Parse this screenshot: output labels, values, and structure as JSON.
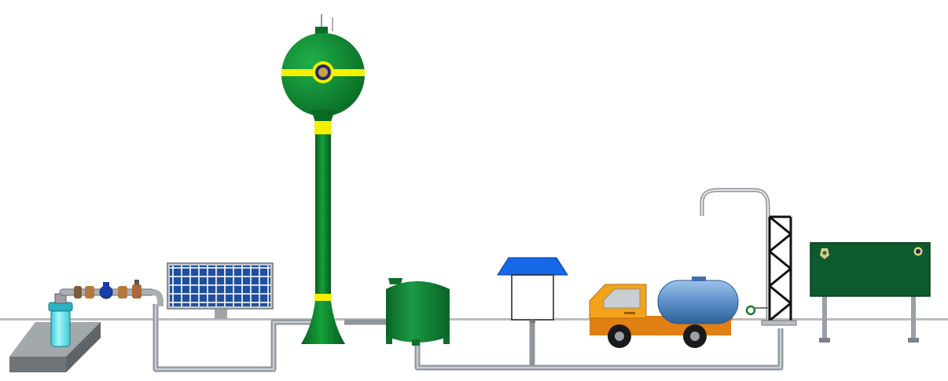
{
  "scene": {
    "components": [
      {
        "id": "groundwater-well",
        "icon": "well-casing-icon"
      },
      {
        "id": "well-pipe-assembly",
        "icon": "valve-meter-icon"
      },
      {
        "id": "solar-panel",
        "icon": "solar-panel-icon"
      },
      {
        "id": "elevated-water-tower",
        "icon": "water-tower-icon"
      },
      {
        "id": "water-storage-tank",
        "icon": "tank-icon"
      },
      {
        "id": "control-cabinet",
        "icon": "cabinet-icon"
      },
      {
        "id": "water-tanker-truck",
        "icon": "truck-icon"
      },
      {
        "id": "truck-filling-tower",
        "icon": "lattice-tower-icon"
      },
      {
        "id": "project-signboard",
        "icon": "signboard-icon"
      }
    ],
    "colors": {
      "tower_green": "#0d7a2b",
      "tower_stripe": "#f4f000",
      "tank_green": "#0f7b33",
      "sign_green": "#0d5a2c",
      "solar_blue": "#1f4f9e",
      "cabinet_roof": "#1565e0",
      "truck_orange": "#f2a31a",
      "tanker_blue": "#5b8fc9",
      "well_cyan": "#6fe6ee",
      "pipe_gray": "#9aa0a6",
      "ground_line": "#b8b8b8"
    }
  }
}
